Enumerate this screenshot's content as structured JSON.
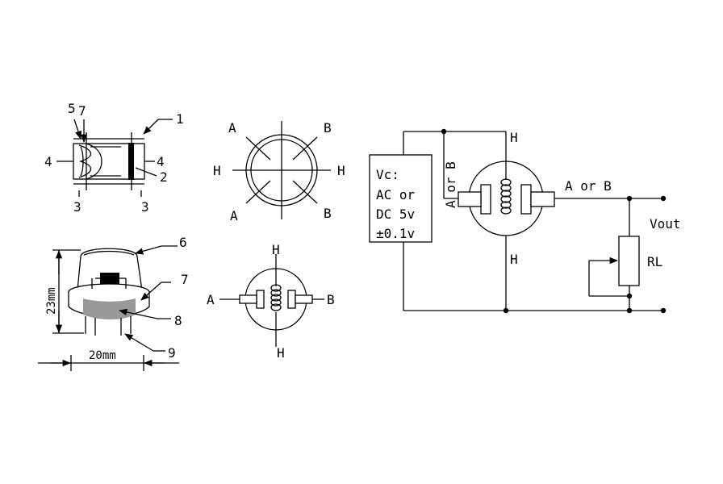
{
  "sensor_side_view": {
    "callouts": [
      "5",
      "7",
      "1",
      "4",
      "4",
      "2",
      "3",
      "3"
    ]
  },
  "top_view": {
    "pins": [
      "A",
      "B",
      "H",
      "H",
      "A",
      "B"
    ]
  },
  "package_view": {
    "callouts": [
      "6",
      "7",
      "8",
      "9"
    ],
    "height_dim": "23mm",
    "width_dim": "20mm"
  },
  "symbol": {
    "pins": [
      "H",
      "A",
      "B",
      "H"
    ]
  },
  "circuit": {
    "supply_lines": [
      "Vc:",
      "AC or",
      "DC 5v",
      "±0.1v"
    ],
    "top_pin": "H",
    "bottom_pin": "H",
    "left_label": "A or B",
    "right_label": "A or B",
    "output": "Vout",
    "load": "RL"
  }
}
